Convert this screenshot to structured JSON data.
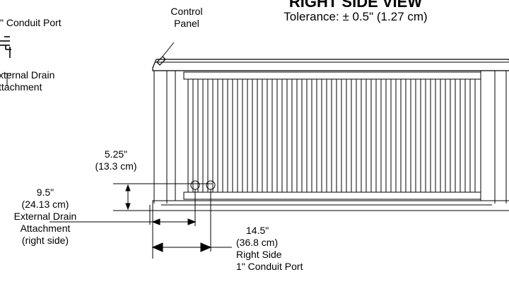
{
  "heading": "RIGHT SIDE VIEW",
  "tolerance": "Tolerance: ± 0.5\" (1.27 cm)",
  "control_panel": [
    "Control",
    "Panel"
  ],
  "conduit_port_left": "\" Conduit Port",
  "external_drain_left": [
    "xternal Drain",
    "ttachment"
  ],
  "dim_525": [
    "5.25\"",
    "(13.3 cm)"
  ],
  "dim_95": [
    "9.5\"",
    "(24.13 cm)",
    "External Drain",
    "Attachment",
    "(right side)"
  ],
  "dim_145": [
    "14.5\"",
    "(36.8 cm)",
    "Right Side",
    "1\" Conduit Port"
  ],
  "colors": {
    "line": "#000000",
    "background": "#ffffff"
  }
}
